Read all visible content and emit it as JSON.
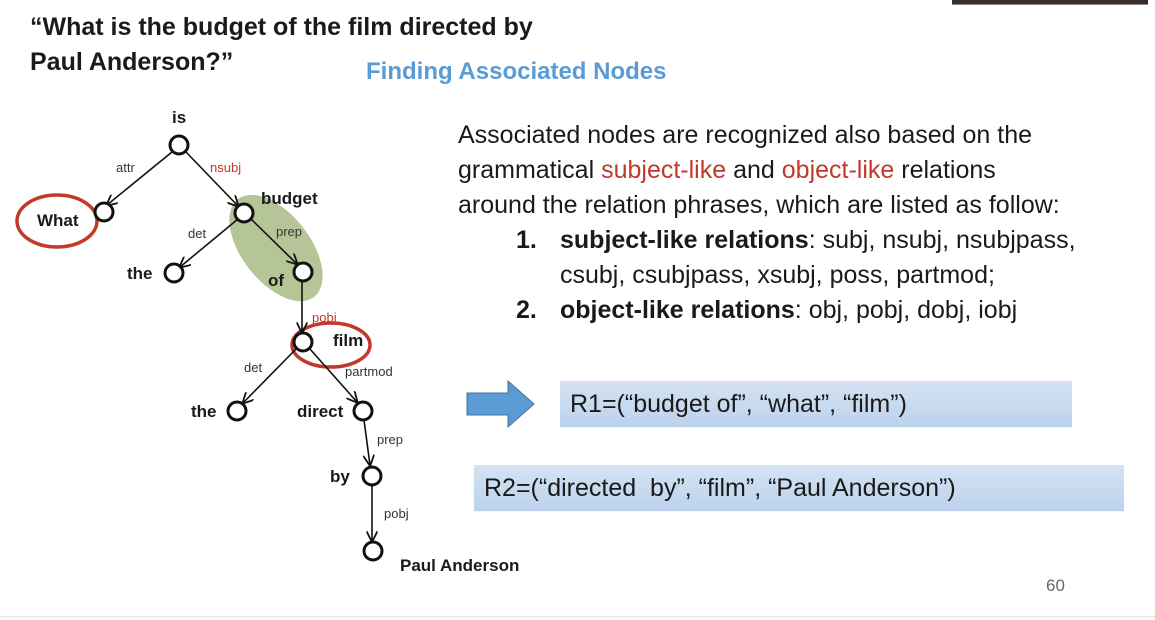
{
  "slide": {
    "question_line1": "“What is the budget of the film directed by",
    "question_line2": "Paul Anderson?”",
    "title": "Finding Associated Nodes",
    "page_number": "60"
  },
  "tree": {
    "words": {
      "is": "is",
      "what": "What",
      "budget": "budget",
      "the1": "the",
      "of": "of",
      "film": "film",
      "the2": "the",
      "direct": "direct",
      "by": "by",
      "paul": "Paul Anderson"
    },
    "relations": {
      "attr": "attr",
      "nsubj": "nsubj",
      "det1": "det",
      "prep1": "prep",
      "pobj1": "pobj",
      "det2": "det",
      "partmod": "partmod",
      "prep2": "prep",
      "pobj2": "pobj"
    },
    "colors": {
      "highlight_circle": "#c0392b",
      "phrase_ellipse": "#a9bb85",
      "subject_object_red": "#c0392b"
    }
  },
  "explanation": {
    "line1": "Associated nodes are recognized also based on the",
    "line2_pre": "grammatical ",
    "line2_subject": "subject-like",
    "line2_mid": " and ",
    "line2_object": "object-like",
    "line2_post": " relations",
    "line3": "around the relation phrases, which are listed as follow:",
    "items": [
      {
        "num": "1.",
        "label": "subject-like relations",
        "text": ": subj, nsubj, nsubjpass,",
        "text2": "csubj, csubjpass, xsubj, poss, partmod;"
      },
      {
        "num": "2.",
        "label": "object-like relations",
        "text": ": obj, pobj, dobj, iobj"
      }
    ]
  },
  "results": {
    "r1": "R1=(“budget of”, “what”, “film”)",
    "r2": "R2=(“directed  by”, “film”, “Paul Anderson”)"
  },
  "colors": {
    "title_blue": "#5b9bd5",
    "arrow_blue": "#5b9bd5",
    "box_blue": "#c7daf0"
  }
}
